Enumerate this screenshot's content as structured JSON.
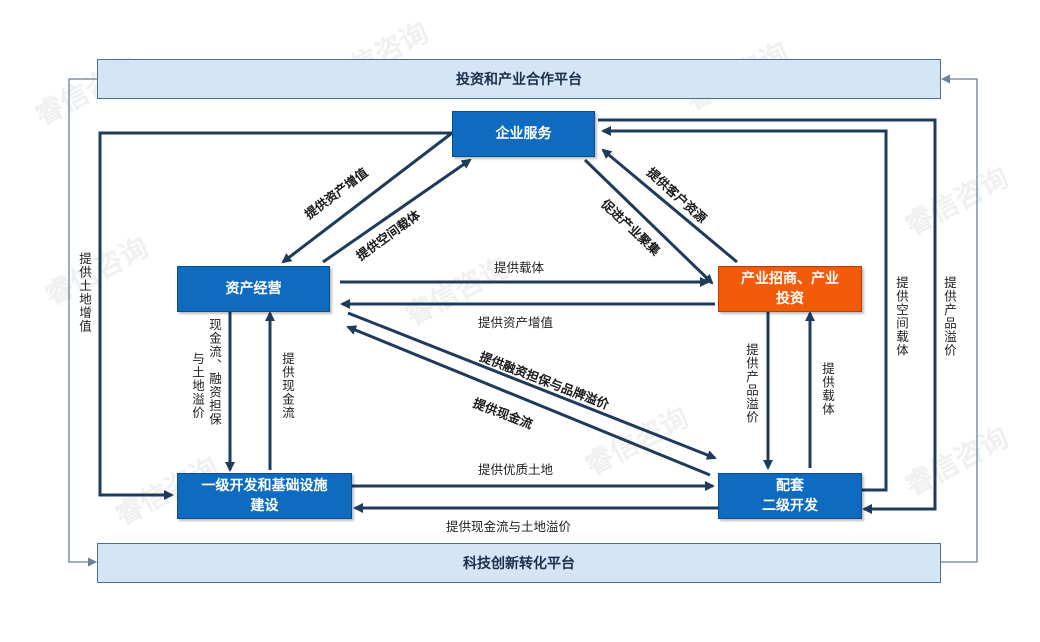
{
  "watermark": "睿信咨询",
  "platforms": {
    "top": "投资和产业合作平台",
    "bottom": "科技创新转化平台"
  },
  "nodes": {
    "enterprise_service": "企业服务",
    "asset_operation": "资产经营",
    "industry_investment_line1": "产业招商、产业",
    "industry_investment_line2": "投资",
    "primary_dev_line1": "一级开发和基础设施",
    "primary_dev_line2": "建设",
    "supporting_line1": "配套",
    "supporting_line2": "二级开发"
  },
  "labels": {
    "asset_appreciation_to_asset": "提供资产增值",
    "space_carrier_to_service": "提供空间载体",
    "client_resource": "提供客户资源",
    "promote_cluster": "促进产业聚集",
    "carrier_to_investment": "提供载体",
    "asset_appreciation_from_investment": "提供资产增值",
    "financing_guarantee_brand": "提供融资担保与品牌溢价",
    "cashflow_to_asset": "提供现金流",
    "cash_financing_premium": "现金流、融资担保",
    "land_premium": "与土地溢价",
    "cashflow_from_primary": "提供现金流",
    "quality_land": "提供优质土地",
    "cash_and_land_premium": "提供现金流与土地溢价",
    "product_premium_left": "提供产品溢价",
    "carrier_up": "提供载体",
    "space_carrier_right": "提供空间载体",
    "product_premium_right": "提供产品溢价",
    "land_appreciation_left": "提供土地增值"
  },
  "colors": {
    "node_blue": "#0e6bbf",
    "node_orange": "#f25b0a",
    "platform_fill": "#d4e6f6",
    "arrow": "#1f3b5c"
  }
}
